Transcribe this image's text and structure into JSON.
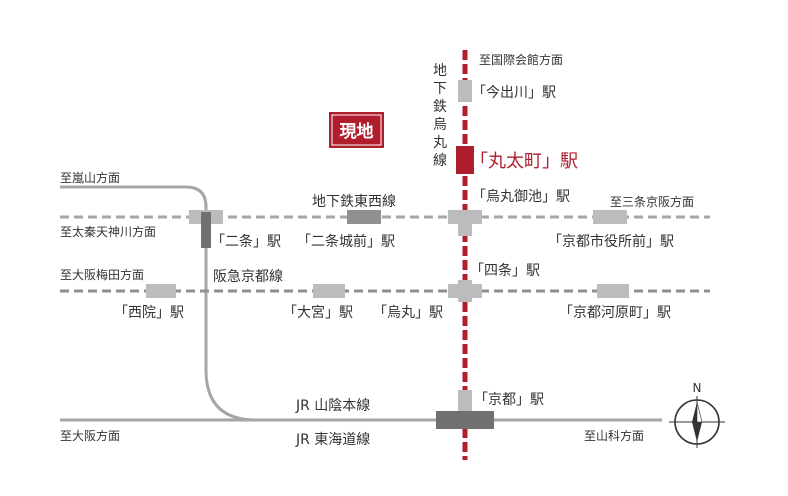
{
  "colors": {
    "subway_karasuma": "#b01e2d",
    "subway_tozai": "#a6a6a6",
    "hankyu": "#8f8f8f",
    "jr": "#a6a6a6",
    "station_box": "#bcbcbc",
    "current_station": "#b01e2d",
    "genchi_badge": "#b01e2d"
  },
  "badge": {
    "label": "現地"
  },
  "lines": {
    "karasuma": {
      "label_chars": [
        "地",
        "下",
        "鉄",
        "烏",
        "丸",
        "線"
      ]
    },
    "tozai": {
      "label": "地下鉄東西線"
    },
    "hankyu": {
      "label": "阪急京都線"
    },
    "jr_sanin": {
      "label": "JR 山陰本線"
    },
    "jr_tokaido": {
      "label": "JR 東海道線"
    }
  },
  "directions": {
    "kokusai": "至国際会館方面",
    "arashiyama": "至嵐山方面",
    "uzumasa": "至太秦天神川方面",
    "sanjo_keihan": "至三条京阪方面",
    "umeda": "至大阪梅田方面",
    "osaka": "至大阪方面",
    "yamashina": "至山科方面"
  },
  "stations": {
    "imadegawa": "「今出川」駅",
    "marutamachi": "「丸太町」駅",
    "karasuma_oike": "「烏丸御池」駅",
    "nijo": "「二条」駅",
    "nijojo_mae": "「二条城前」駅",
    "shiyakusho_mae": "「京都市役所前」駅",
    "shijo": "「四条」駅",
    "saiin": "「西院」駅",
    "omiya": "「大宮」駅",
    "karasuma": "「烏丸」駅",
    "kawaramachi": "「京都河原町」駅",
    "kyoto": "「京都」駅"
  },
  "compass": {
    "north": "N"
  }
}
